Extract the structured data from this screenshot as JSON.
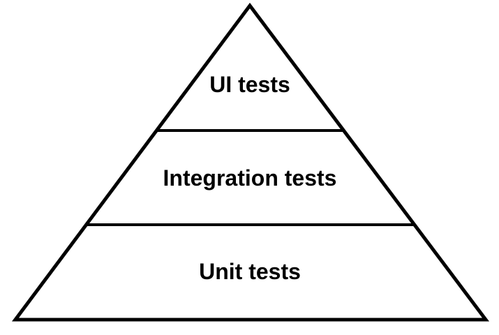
{
  "diagram": {
    "name": "test-pyramid",
    "layers": [
      {
        "label": "UI tests"
      },
      {
        "label": "Integration tests"
      },
      {
        "label": "Unit tests"
      }
    ],
    "colors": {
      "stroke": "#000000",
      "background": "#ffffff",
      "text": "#000000"
    }
  }
}
